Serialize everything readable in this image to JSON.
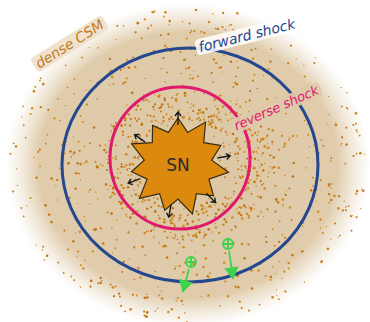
{
  "diagram": {
    "nodes": [
      {
        "text": [
          "SN"
        ]
      }
    ],
    "labels": [
      "dense CSM",
      "forward shock",
      "reverse shock"
    ]
  }
}
